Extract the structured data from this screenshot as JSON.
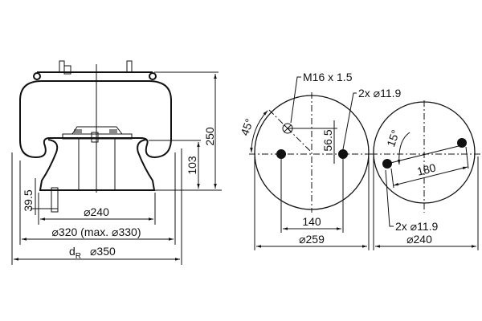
{
  "drawing": {
    "side_view": {
      "height_total": "250",
      "height_piston": "103",
      "bolt_offset": "39.5",
      "piston_diameter": "⌀240",
      "bellows_diameter": "⌀320 (max. ⌀330)",
      "dr_label": "d",
      "dr_subscript": "R",
      "dr_diameter": "⌀350"
    },
    "top_plate_view": {
      "thread_label": "M16 x 1.5",
      "holes_label": "2x ⌀11.9",
      "angle": "45°",
      "offset": "56.5",
      "hole_spacing": "140",
      "diameter": "⌀259"
    },
    "bottom_plate_view": {
      "angle": "15°",
      "hole_spacing": "180",
      "holes_label": "2x ⌀11.9",
      "diameter": "⌀240"
    }
  }
}
